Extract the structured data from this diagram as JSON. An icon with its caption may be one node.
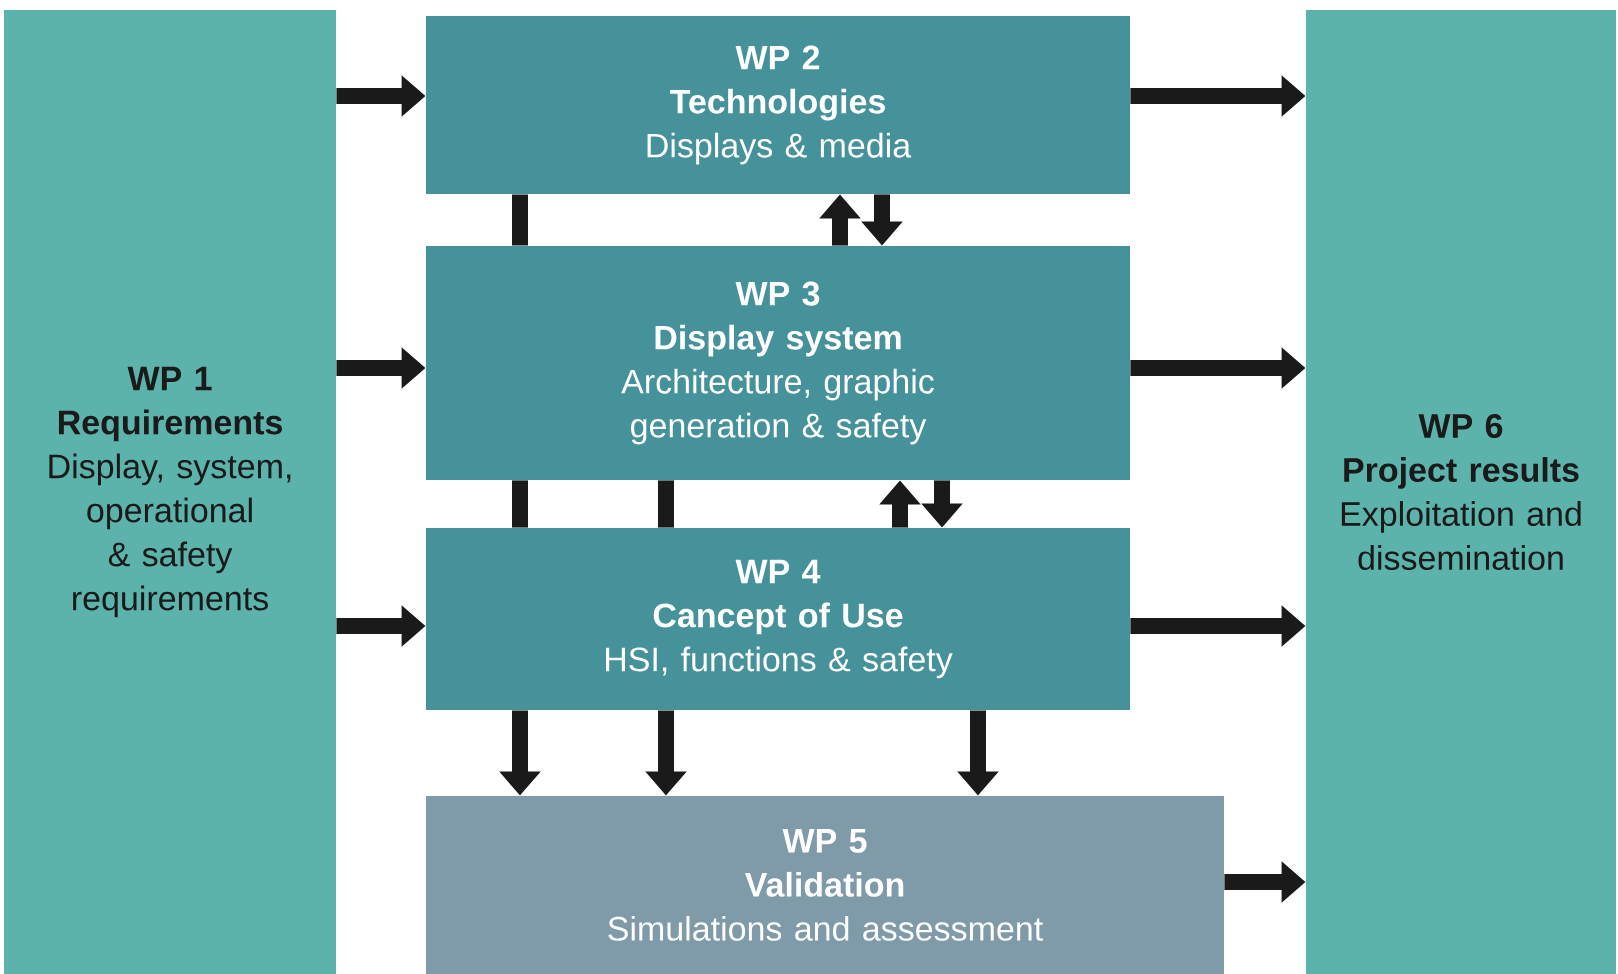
{
  "diagram": {
    "nodes": [
      {
        "text": [
          "WP 1",
          "Requirements",
          "Display, system, operational & safety requirements"
        ]
      },
      {
        "text": [
          "WP 2",
          "Technologies",
          "Displays & media"
        ]
      },
      {
        "text": [
          "WP 3",
          "Display system",
          "Architecture, graphic generation & safety"
        ]
      },
      {
        "text": [
          "WP 4",
          "Cancept of Use",
          "HSI, functions & safety"
        ]
      },
      {
        "text": [
          "WP 5",
          "Validation",
          "Simulations and assessment"
        ]
      },
      {
        "text": [
          "WP 6",
          "Project results",
          "Exploitation and dissemination"
        ]
      }
    ],
    "edges": [
      {
        "from": 0,
        "to": 1,
        "arrow": "to"
      },
      {
        "from": 0,
        "to": 2,
        "arrow": "to"
      },
      {
        "from": 0,
        "to": 3,
        "arrow": "to"
      },
      {
        "from": 1,
        "to": 5,
        "arrow": "to"
      },
      {
        "from": 2,
        "to": 5,
        "arrow": "to"
      },
      {
        "from": 3,
        "to": 5,
        "arrow": "to"
      },
      {
        "from": 2,
        "to": 1,
        "arrow": "to"
      },
      {
        "from": 1,
        "to": 2,
        "arrow": "to"
      },
      {
        "from": 3,
        "to": 2,
        "arrow": "to"
      },
      {
        "from": 2,
        "to": 3,
        "arrow": "to"
      },
      {
        "from": 1,
        "to": 2,
        "arrow": "none"
      },
      {
        "from": 2,
        "to": 3,
        "arrow": "none"
      },
      {
        "from": 2,
        "to": 3,
        "arrow": "none"
      },
      {
        "from": 3,
        "to": 4,
        "arrow": "to"
      },
      {
        "from": 3,
        "to": 4,
        "arrow": "to"
      },
      {
        "from": 3,
        "to": 4,
        "arrow": "to"
      },
      {
        "from": 4,
        "to": 5,
        "arrow": "to"
      }
    ]
  }
}
